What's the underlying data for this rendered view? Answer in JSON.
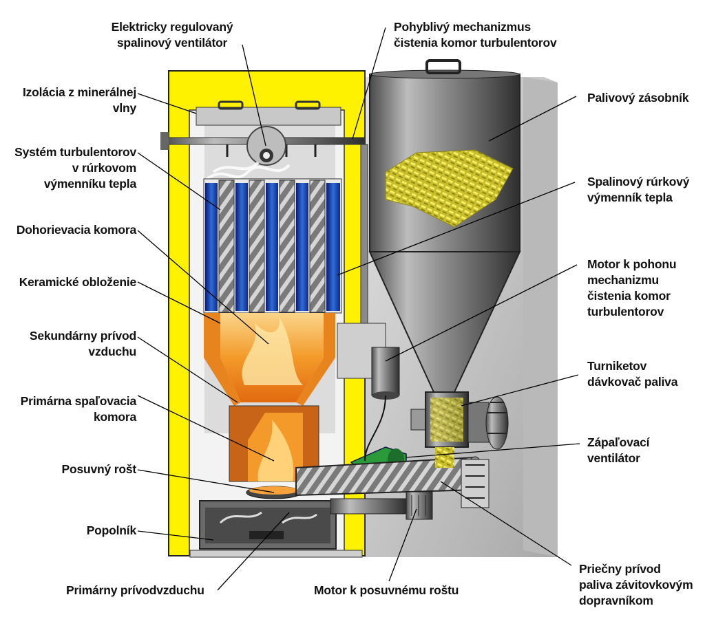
{
  "labels": {
    "fan_exhaust": "Elektricky regulovaný\nspalinový ventilátor",
    "cleaning_mechanism": "Pohyblivý mechanizmus\nčistenia komor turbulentorov",
    "insulation": "Izolácia z minerálnej\nvlny",
    "fuel_hopper": "Palivový zásobník",
    "turbulator_system": "Systém turbulentorov\nv rúrkovom\nvýmenníku tepla",
    "flue_exchanger": "Spalinový rúrkový\nvýmenník tepla",
    "afterburn_chamber": "Dohorievacia komora",
    "ceramic_lining": "Keramické obloženie",
    "cleaning_motor": "Motor k pohonu\nmechanizmu\nčistenia komor\nturbulentorov",
    "secondary_air": "Sekundárny prívod\nvzduchu",
    "rotary_feeder": "Turniketov\ndávkovač paliva",
    "primary_chamber": "Primárna spaľovacia\nkomora",
    "ignition_fan": "Zápaľovací\nventilátor",
    "moving_grate": "Posuvný rošt",
    "ash_pan": "Popolník",
    "cross_feed": "Priečny prívod\npaliva závitovkovým\ndopravníkom",
    "primary_air": "Primárny prívodvzduchu",
    "grate_motor": "Motor k posuvnému roštu"
  },
  "colors": {
    "casing_yellow": "#fff200",
    "casing_edge": "#8a8400",
    "hopper_steel": "#9a9a9a",
    "pellets": "#e8df4a",
    "flame_orange": "#f08a1c",
    "heat_tube_blue": "#2050c0",
    "ignition_green": "#2a9a3a",
    "leader_line": "#000000"
  }
}
